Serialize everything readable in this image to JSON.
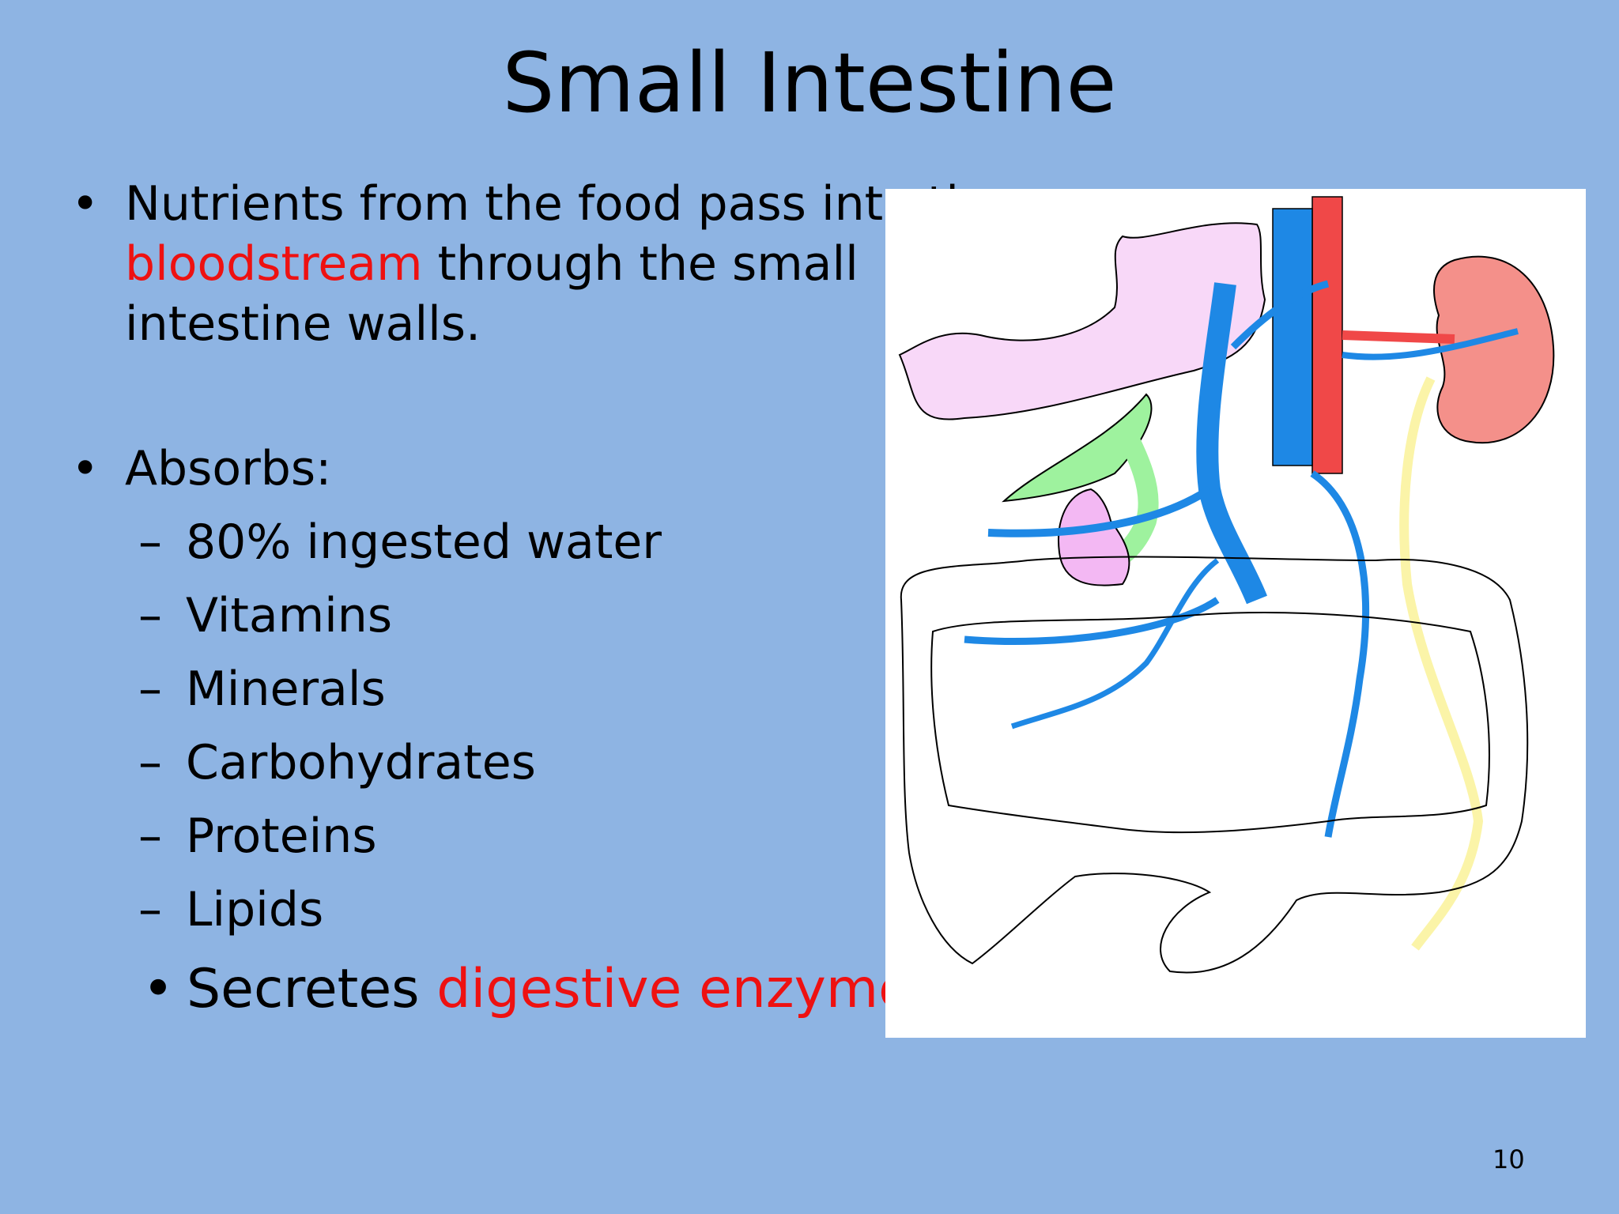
{
  "slide": {
    "title": "Small Intestine",
    "bullet1": {
      "line1": "Nutrients from the food pass into the",
      "highlight": "bloodstream",
      "line2_rest": " through the small",
      "line3": "intestine walls."
    },
    "bullet2": {
      "label": "Absorbs:",
      "items": [
        "80% ingested water",
        "Vitamins",
        "Minerals",
        "Carbohydrates",
        "Proteins",
        "Lipids"
      ]
    },
    "bullet3": {
      "prefix": "Secretes ",
      "highlight": "digestive enzymes"
    },
    "bullet_symbol": "•",
    "dash_symbol": "–",
    "page_number": "10"
  },
  "colors": {
    "background": "#8eb4e3",
    "highlight": "#ee1111",
    "vein": "#1e88e5",
    "artery": "#f04848",
    "liver": "#f8d8f8",
    "gallbladder": "#9ef29e",
    "kidney": "#f4908a",
    "ureter": "#fbf4a8"
  }
}
